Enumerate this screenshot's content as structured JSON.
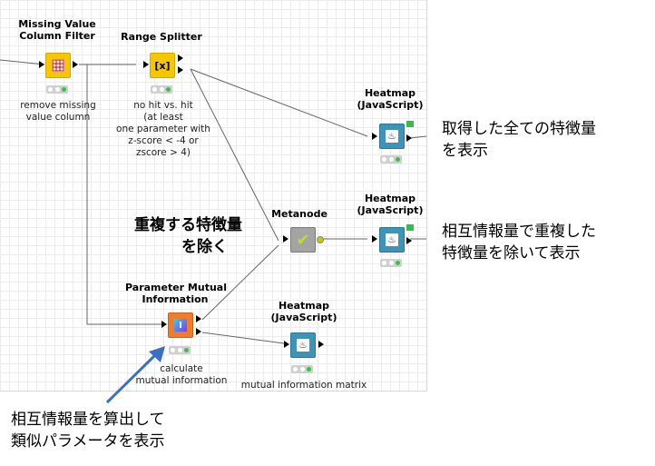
{
  "nodes": {
    "mvcf": {
      "title_1": "Missing Value",
      "title_2": "Column Filter",
      "caption_1": "remove missing",
      "caption_2": "value column"
    },
    "range": {
      "title": "Range Splitter",
      "caption_1": "no hit vs. hit",
      "caption_2": "(at least",
      "caption_3": "one parameter with",
      "caption_4": "z-score < -4 or",
      "caption_5": "zscore > 4)",
      "icon_text": "[x]"
    },
    "heatmap1": {
      "title_1": "Heatmap",
      "title_2": "(JavaScript)"
    },
    "metanode": {
      "title": "Metanode"
    },
    "heatmap2": {
      "title_1": "Heatmap",
      "title_2": "(JavaScript)"
    },
    "pmi": {
      "title_1": "Parameter Mutual",
      "title_2": "Information",
      "caption_1": "calculate",
      "caption_2": "mutual information",
      "icon_text": "I"
    },
    "heatmap3": {
      "title_1": "Heatmap",
      "title_2": "(JavaScript)",
      "caption": "mutual information matrix"
    }
  },
  "annotations": {
    "all_features_1": "取得した全ての特徴量",
    "all_features_2": "を表示",
    "remove_dup_1": "重複する特徴量",
    "remove_dup_2": "を除く",
    "mi_removed_1": "相互情報量で重複した",
    "mi_removed_2": "特徴量を除いて表示",
    "mi_calc_1": "相互情報量を算出して",
    "mi_calc_2": "類似パラメータを表示"
  },
  "colors": {
    "yellow_node": "#f6c600",
    "blue_node": "#3e93b8",
    "orange_node": "#f07d2c",
    "gray_node": "#9b9b9b",
    "arrow_blue": "#3a6fc4"
  }
}
